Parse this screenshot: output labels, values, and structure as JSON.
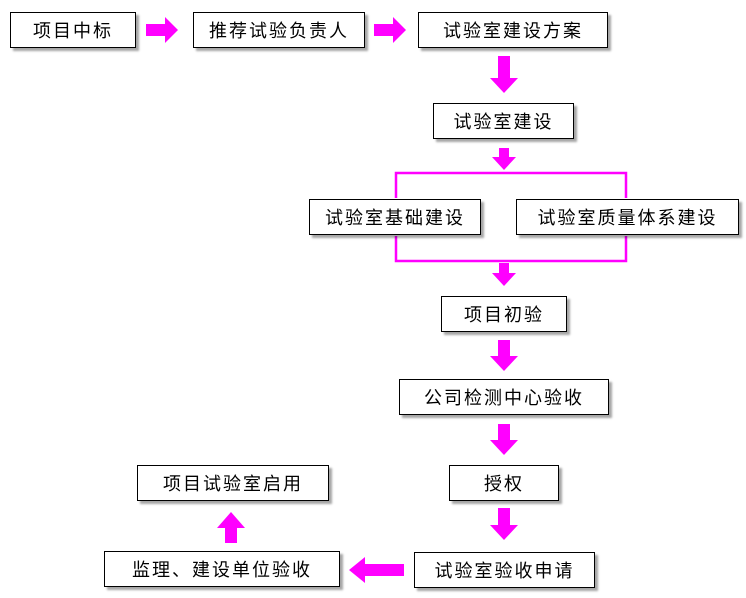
{
  "colors": {
    "arrow": "#ff00ff",
    "box_border": "#000000",
    "background": "#ffffff"
  },
  "flow": {
    "step1": "项目中标",
    "step2": "推荐试验负责人",
    "step3": "试验室建设方案",
    "step4": "试验室建设",
    "step5a": "试验室基础建设",
    "step5b": "试验室质量体系建设",
    "step6": "项目初验",
    "step7": "公司检测中心验收",
    "step8": "授权",
    "step9": "试验室验收申请",
    "step10": "监理、建设单位验收",
    "step11": "项目试验室启用"
  }
}
